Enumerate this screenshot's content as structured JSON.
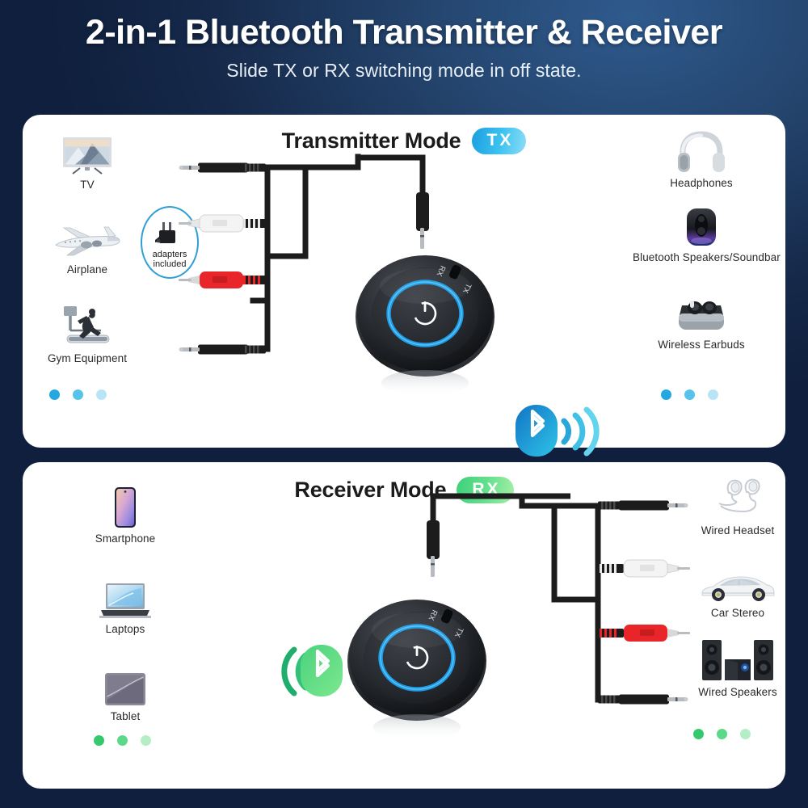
{
  "header": {
    "title": "2-in-1 Bluetooth Transmitter & Receiver",
    "subtitle": "Slide TX or RX switching mode in off state."
  },
  "colors": {
    "background_dark": "#0d1b36",
    "background_light": "#2f5a8d",
    "panel": "#ffffff",
    "tx_accent": "#2fb3e8",
    "rx_accent": "#4bd27f",
    "led_ring": "#1e9ce6",
    "rca_red": "#e8262a",
    "rca_white": "#f2f2f2",
    "cable_black": "#1c1c1c"
  },
  "tx_panel": {
    "mode_title": "Transmitter Mode",
    "badge": "TX",
    "sources": [
      {
        "label": "TV",
        "icon": "tv-icon"
      },
      {
        "label": "Airplane",
        "icon": "airplane-icon"
      },
      {
        "label": "Gym Equipment",
        "icon": "treadmill-icon"
      }
    ],
    "adapters_note": {
      "line1": "adapters",
      "line2": "included",
      "icon": "airplane-adapter-icon"
    },
    "connectors": [
      {
        "type": "3.5mm-male",
        "color": "black"
      },
      {
        "type": "rca-male",
        "color": "white"
      },
      {
        "type": "rca-male",
        "color": "red"
      },
      {
        "type": "3.5mm-male",
        "color": "black"
      }
    ],
    "device": {
      "icon": "bluetooth-adapter-device",
      "power_icon": "power-icon",
      "switch_labels": [
        "RX",
        "TX"
      ]
    },
    "bluetooth_signal": {
      "icon": "bluetooth-icon",
      "direction": "right",
      "waves": 3
    },
    "outputs": [
      {
        "label": "Headphones",
        "icon": "headphones-icon"
      },
      {
        "label": "Bluetooth Speakers/Soundbar",
        "icon": "speaker-icon"
      },
      {
        "label": "Wireless Earbuds",
        "icon": "earbuds-icon"
      }
    ],
    "dots": [
      "#25a8e0",
      "#57c3ea",
      "#b9e4f6"
    ]
  },
  "rx_panel": {
    "mode_title": "Receiver Mode",
    "badge": "RX",
    "sources": [
      {
        "label": "Smartphone",
        "icon": "smartphone-icon"
      },
      {
        "label": "Laptops",
        "icon": "laptop-icon"
      },
      {
        "label": "Tablet",
        "icon": "tablet-icon"
      }
    ],
    "bluetooth_signal": {
      "icon": "bluetooth-icon",
      "direction": "left",
      "waves": 3
    },
    "device": {
      "icon": "bluetooth-adapter-device",
      "power_icon": "power-icon",
      "switch_labels": [
        "RX",
        "TX"
      ]
    },
    "connectors": [
      {
        "type": "3.5mm-male",
        "color": "black"
      },
      {
        "type": "rca-male",
        "color": "white"
      },
      {
        "type": "rca-male",
        "color": "red"
      },
      {
        "type": "3.5mm-male",
        "color": "black"
      }
    ],
    "outputs": [
      {
        "label": "Wired Headset",
        "icon": "wired-headset-icon"
      },
      {
        "label": "Car Stereo",
        "icon": "car-icon"
      },
      {
        "label": "Wired Speakers",
        "icon": "wired-speakers-icon"
      }
    ],
    "dots": [
      "#35c96e",
      "#5cd988",
      "#b5eec6"
    ]
  }
}
